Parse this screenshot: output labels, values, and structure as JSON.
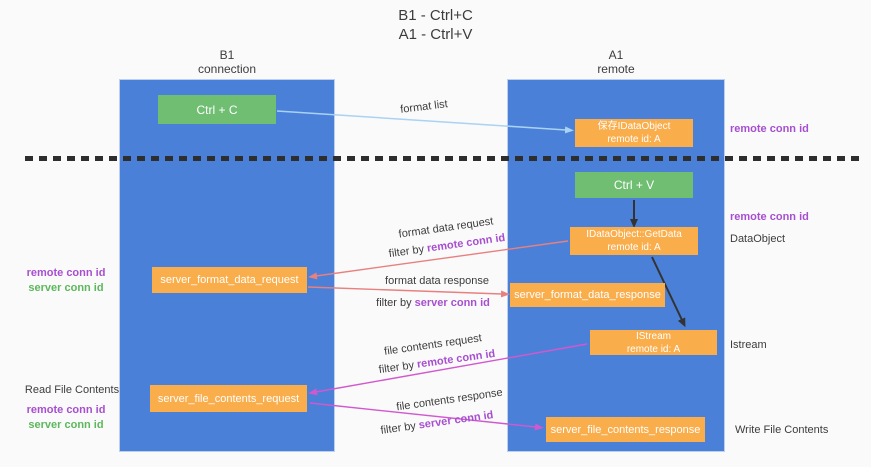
{
  "title": {
    "line1": "B1 - Ctrl+C",
    "line2": "A1 - Ctrl+V"
  },
  "columns": {
    "left": {
      "name": "B1",
      "subtitle": "connection"
    },
    "right": {
      "name": "A1",
      "subtitle": "remote"
    }
  },
  "boxes": {
    "ctrl_c": "Ctrl + C",
    "ctrl_v": "Ctrl + V",
    "save_idataobject": {
      "line1": "保存IDataObject",
      "line2": "remote id: A"
    },
    "getdata": {
      "line1": "IDataObject::GetData",
      "line2": "remote id: A"
    },
    "istream": {
      "line1": "IStream",
      "line2": "remote id: A"
    },
    "server_format_data_request": "server_format_data_request",
    "server_format_data_response": "server_format_data_response",
    "server_file_contents_request": "server_file_contents_request",
    "server_file_contents_response": "server_file_contents_response"
  },
  "side_labels": {
    "remote_conn_id_top_right": "remote conn id",
    "remote_conn_id_mid_right": "remote conn id",
    "dataobject": "DataObject",
    "istream": "Istream",
    "write_file_contents": "Write File Contents",
    "read_file_contents": "Read File Contents",
    "remote_conn_id_left1": "remote conn id",
    "server_conn_id_left1": "server conn id",
    "remote_conn_id_left2": "remote conn id",
    "server_conn_id_left2": "server conn id"
  },
  "flow_labels": {
    "format_list": "format list",
    "format_request": "format data request",
    "format_response": "format data response",
    "file_request": "file contents request",
    "file_response": "file contents response",
    "filter_by": "filter by ",
    "remote_conn_id": "remote conn id",
    "server_conn_id": "server conn id"
  },
  "colors": {
    "column_blue": "#4a80d8",
    "box_green": "#6fbe72",
    "box_orange": "#f9ad4b",
    "arrow_blue": "#a9d2f4",
    "arrow_salmon": "#e88080",
    "arrow_magenta": "#d158ce",
    "arrow_black": "#333333",
    "label_purple": "#a74fd0",
    "label_green": "#5cb85c"
  }
}
